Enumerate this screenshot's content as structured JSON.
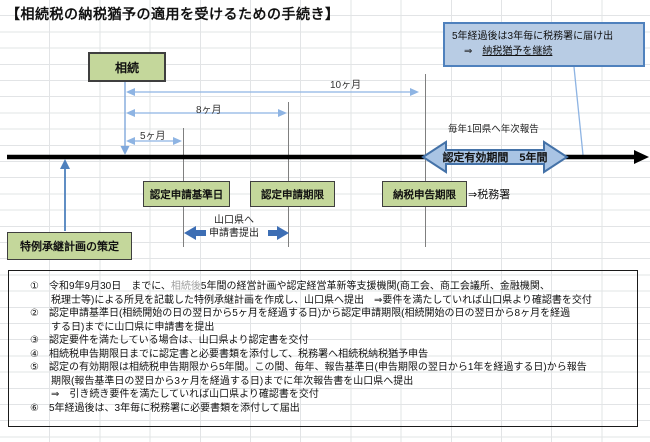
{
  "title": "【相続税の納税猶予の適用を受けるための手続き】",
  "colors": {
    "green_box_fill": "#c4d79b",
    "green_box_border": "#3f3f3f",
    "callout_fill": "#b8cce4",
    "callout_border": "#4f81bd",
    "dim_arrow_blue": "#8eb4e3",
    "strong_arrow_blue": "#3d6eb4",
    "validity_arrow_fill": "#a9c4e4",
    "validity_arrow_border": "#4472a8",
    "timeline_black": "#000000",
    "gray_line": "#7f7f7f"
  },
  "timeline": {
    "souzoku_label": "相続",
    "months_10": "10ヶ月",
    "months_8": "8ヶ月",
    "months_5": "5ヶ月",
    "annual_report": "毎年1回県へ年次報告",
    "validity_label": "認定有効期間　5年間",
    "kijunbi_label": "認定申請基準日",
    "kigen_label": "認定申請期限",
    "nouzei_label": "納税申告期限",
    "to_tax_office": "⇒税務署",
    "submit_line1": "山口県へ",
    "submit_line2": "申請書提出",
    "plan_label": "特例承継計画の策定"
  },
  "callout": {
    "line1": "5年経過後は3年毎に税務署に届け出",
    "line2_prefix": "⇒　",
    "line2_underlined": "納税猶予を継続"
  },
  "notes": {
    "l1_pre": "①　令和9年9月30日　までに、",
    "l1_gray": "相続後",
    "l1_post": "5年間の経営計画や認定経営革新等支援機関(商工会、商工会議所、金融機関、",
    "l2": "税理士等)による所見を記載した特例承継計画を作成し、山口県へ提出　⇒要件を満たしていれば山口県より確認書を交付",
    "l3": "②　認定申請基準日(相続開始の日の翌日から5ヶ月を経過する日)から認定申請期限(相続開始の日の翌日から8ヶ月を経過",
    "l4": "する日)までに山口県に申請書を提出",
    "l5": "③　認定要件を満たしている場合は、山口県より認定書を交付",
    "l6": "④　相続税申告期限日までに認定書と必要書類を添付して、税務署へ相続税納税猶予申告",
    "l7": "⑤　認定の有効期限は相続税申告期限から5年間。この間、毎年、報告基準日(申告期限の翌日から1年を経過する日)から報告",
    "l8": "期限(報告基準日の翌日から3ヶ月を経過する日)までに年次報告書を山口県へ提出",
    "l9": "⇒　引き続き要件を満たしていれば山口県より確認書を交付",
    "l10": "⑥　5年経過後は、3年毎に税務署に必要書類を添付して届出"
  }
}
